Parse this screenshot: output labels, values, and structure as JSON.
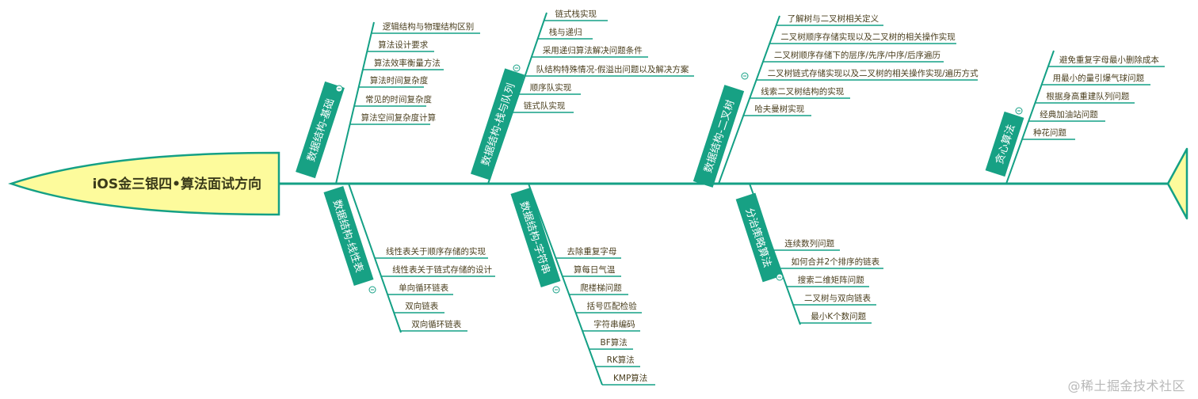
{
  "title": "iOS金三银四•算法面试方向",
  "watermark": "@稀土掘金技术社区",
  "colors": {
    "line": "#14a085",
    "head_fill": "#fdfb9c",
    "category_fill": "#17a184",
    "category_text": "#ffffff",
    "item_text": "#4a3f1e",
    "title_text": "#3a3a1a",
    "watermark": "#b8b8b8"
  },
  "collapse_icon": "⊝",
  "categories": [
    {
      "label": "数据结构-基础",
      "position": "top",
      "items": [
        "逻辑结构与物理结构区别",
        "算法设计要求",
        "算法效率衡量方法",
        "算法时间复杂度",
        "常见的时间复杂度",
        "算法空间复杂度计算"
      ]
    },
    {
      "label": "数据结构-栈与队列",
      "position": "top",
      "items": [
        "链式栈实现",
        "栈与递归",
        "采用递归算法解决问题条件",
        "队结构特殊情况-假溢出问题以及解决方案",
        "顺序队实现",
        "链式队实现"
      ]
    },
    {
      "label": "数据结构-二叉树",
      "position": "top",
      "items": [
        "了解树与二叉树相关定义",
        "二叉树顺序存储实现以及二叉树的相关操作实现",
        "二叉树顺序存储下的层序/先序/中序/后序遍历",
        "二叉树链式存储实现以及二叉树的相关操作实现/遍历方式",
        "线索二叉树结构的实现",
        "哈夫曼树实现"
      ]
    },
    {
      "label": "贪心算法",
      "position": "top",
      "items": [
        "避免重复字母最小删除成本",
        "用最小的量引爆气球问题",
        "根据身高重建队列问题",
        "经典加油站问题",
        "种花问题"
      ]
    },
    {
      "label": "数据结构-线性表",
      "position": "bottom",
      "items": [
        "线性表关于顺序存储的实现",
        "线性表关于链式存储的设计",
        "单向循环链表",
        "双向链表",
        "双向循环链表"
      ]
    },
    {
      "label": "数据结构-字符串",
      "position": "bottom",
      "items": [
        "去除重复字母",
        "算每日气温",
        "爬楼梯问题",
        "括号匹配检验",
        "字符串编码",
        "BF算法",
        "RK算法",
        "KMP算法"
      ]
    },
    {
      "label": "分治策略算法",
      "position": "bottom",
      "items": [
        "连续数列问题",
        "如何合并2个排序的链表",
        "搜索二维矩阵问题",
        "二叉树与双向链表",
        "最小K个数问题"
      ]
    }
  ]
}
